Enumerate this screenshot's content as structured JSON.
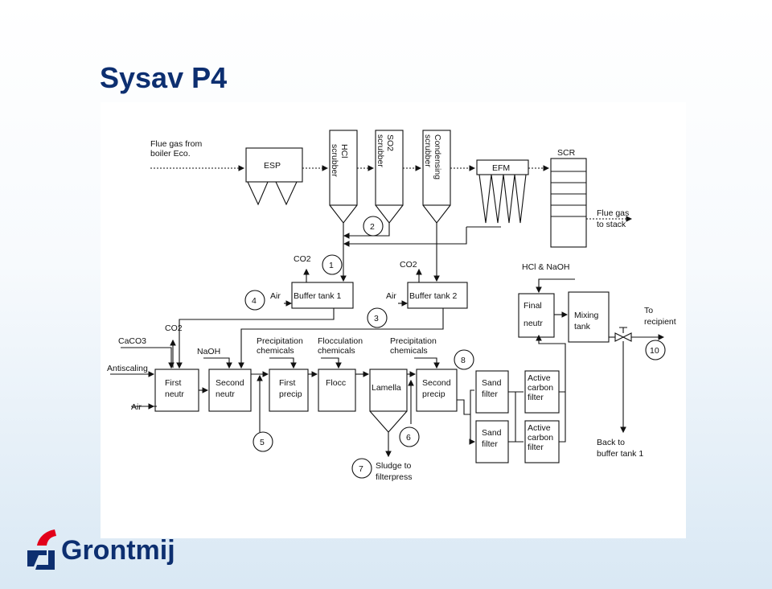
{
  "slide": {
    "title": "Sysav P4"
  },
  "brand": {
    "name": "Grontmij",
    "accent": "#e2001a",
    "navy": "#0d2f70"
  },
  "diagram": {
    "inputs": {
      "flue_gas_line1": "Flue gas from",
      "flue_gas_line2": "boiler Eco.",
      "caco3": "CaCO3",
      "antiscaling": "Antiscaling",
      "air_neutr": "Air",
      "air_buffer1": "Air",
      "air_buffer2": "Air",
      "co2_buffer1": "CO2",
      "co2_buffer2": "CO2",
      "co2_neutr": "CO2",
      "naoh": "NaOH",
      "hcl_naoh": "HCl & NaOH"
    },
    "equipment": {
      "esp": "ESP",
      "hcl_scrubber_1": "HCl",
      "hcl_scrubber_2": "scrubber",
      "so2_scrubber_1": "SO2",
      "so2_scrubber_2": "scrubber",
      "condensing_1": "Condensing",
      "condensing_2": "scrubber",
      "efm": "EFM",
      "scr": "SCR",
      "buffer_tank_1": "Buffer tank 1",
      "buffer_tank_2": "Buffer tank 2",
      "first_neutr_1": "First",
      "first_neutr_2": "neutr",
      "second_neutr_1": "Second",
      "second_neutr_2": "neutr",
      "first_precip_1": "First",
      "first_precip_2": "precip",
      "flocc": "Flocc",
      "lamella": "Lamella",
      "second_precip_1": "Second",
      "second_precip_2": "precip",
      "sand_filter_a_1": "Sand",
      "sand_filter_a_2": "filter",
      "sand_filter_b_1": "Sand",
      "sand_filter_b_2": "filter",
      "carbon_a_1": "Active",
      "carbon_a_2": "carbon",
      "carbon_a_3": "filter",
      "carbon_b_1": "Active",
      "carbon_b_2": "carbon",
      "carbon_b_3": "filter",
      "final_neutr_1": "Final",
      "final_neutr_2": "neutr",
      "mixing_tank_1": "Mixing",
      "mixing_tank_2": "tank"
    },
    "chemicals": {
      "precip_chem_1_a": "Precipitation",
      "precip_chem_1_b": "chemicals",
      "flocc_chem_a": "Flocculation",
      "flocc_chem_b": "chemicals",
      "precip_chem_2_a": "Precipitation",
      "precip_chem_2_b": "chemicals"
    },
    "outputs": {
      "flue_stack_1": "Flue gas",
      "flue_stack_2": "to stack",
      "recipient_1": "To",
      "recipient_2": "recipient",
      "back_buffer_1": "Back to",
      "back_buffer_2": "buffer tank 1",
      "sludge_1": "Sludge to",
      "sludge_2": "filterpress"
    },
    "markers": [
      "1",
      "2",
      "3",
      "4",
      "5",
      "6",
      "7",
      "8",
      "10"
    ]
  }
}
